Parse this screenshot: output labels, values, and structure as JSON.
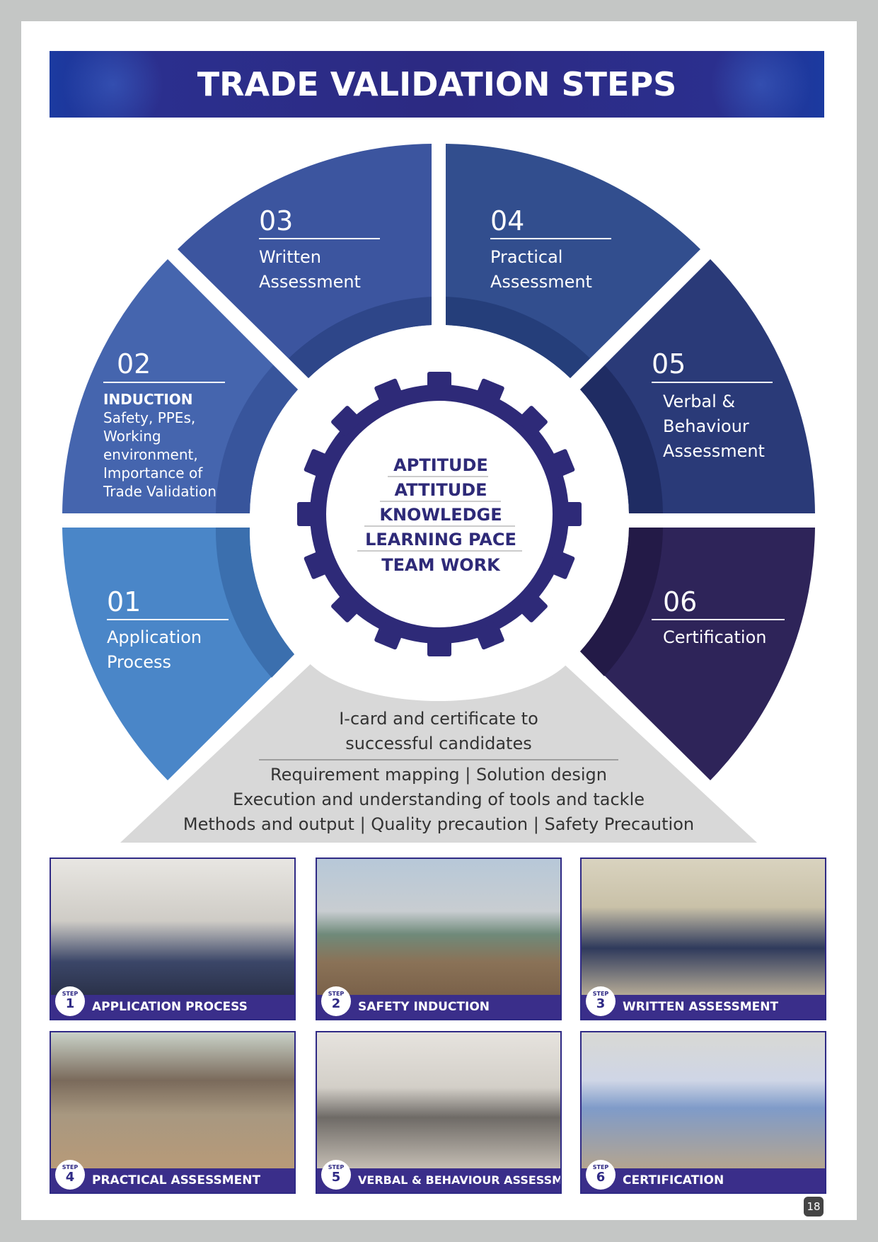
{
  "title": "TRADE VALIDATION STEPS",
  "steps": [
    {
      "num": "01",
      "lines": [
        "Application",
        "Process"
      ]
    },
    {
      "num": "02",
      "heading": "INDUCTION",
      "lines": [
        "Safety, PPEs,",
        "Working",
        "environment,",
        "Importance of",
        "Trade Validation"
      ]
    },
    {
      "num": "03",
      "lines": [
        "Written",
        "Assessment"
      ]
    },
    {
      "num": "04",
      "lines": [
        "Practical",
        "Assessment"
      ]
    },
    {
      "num": "05",
      "lines": [
        "Verbal &",
        "Behaviour",
        "Assessment"
      ]
    },
    {
      "num": "06",
      "lines": [
        "Certification"
      ]
    }
  ],
  "hub": [
    "APTITUDE",
    "ATTITUDE",
    "KNOWLEDGE",
    "LEARNING PACE",
    "TEAM WORK"
  ],
  "bottom_panel": {
    "top_lines": [
      "I-card and certificate to",
      "successful candidates"
    ],
    "lines": [
      "Requirement mapping | Solution design",
      "Execution and understanding of tools and tackle",
      "Methods and output | Quality precaution | Safety Precaution"
    ]
  },
  "photo_cards": [
    {
      "step_word": "STEP",
      "num": "1",
      "label": "APPLICATION PROCESS"
    },
    {
      "step_word": "STEP",
      "num": "2",
      "label": "SAFETY INDUCTION"
    },
    {
      "step_word": "STEP",
      "num": "3",
      "label": "WRITTEN ASSESSMENT"
    },
    {
      "step_word": "STEP",
      "num": "4",
      "label": "PRACTICAL ASSESSMENT"
    },
    {
      "step_word": "STEP",
      "num": "5",
      "label": "VERBAL & BEHAVIOUR ASSESSMENT"
    },
    {
      "step_word": "STEP",
      "num": "6",
      "label": "CERTIFICATION"
    }
  ],
  "page_number": "18",
  "colors": {
    "seg01": "#4a86c8",
    "seg02": "#4565ae",
    "seg03": "#3c559f",
    "seg04": "#324e8e",
    "seg05": "#2a3a78",
    "seg06": "#2e2459",
    "gear": "#2e2a78",
    "panel": "#d8d8d8"
  }
}
